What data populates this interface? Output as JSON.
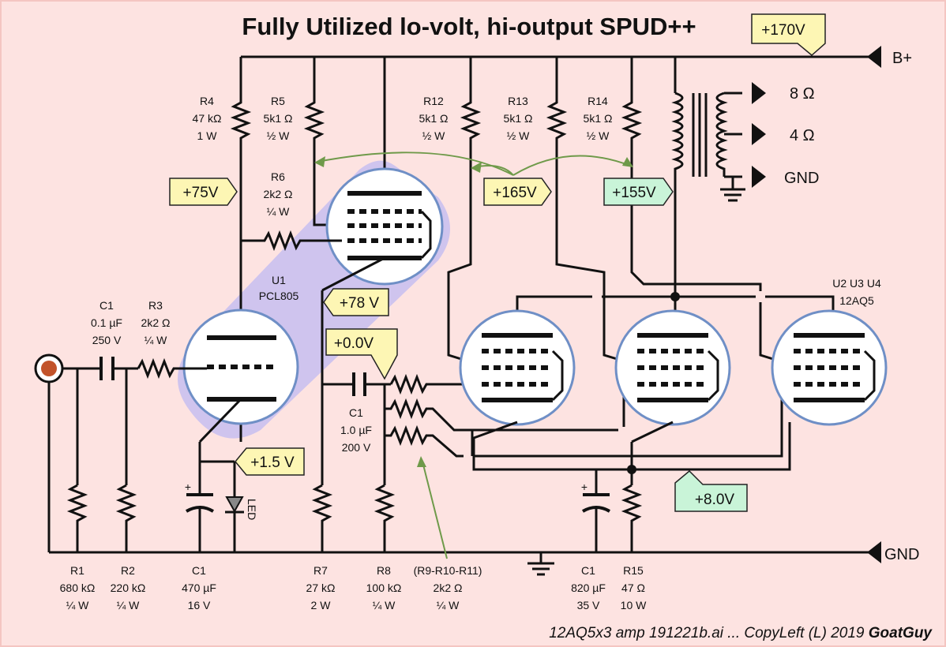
{
  "title": "Fully Utilized lo-volt, hi-output SPUD++",
  "footer": {
    "text": "12AQ5x3 amp 191221b.ai ... CopyLeft (L)  2019 ",
    "author": "GoatGuy"
  },
  "rails": {
    "bplus": "B+",
    "gnd": "GND"
  },
  "outputs": {
    "ohm8": "8 Ω",
    "ohm4": "4 Ω",
    "gnd": "GND"
  },
  "tubes": {
    "u1": {
      "name": "U1",
      "type": "PCL805"
    },
    "u234": {
      "name": "U2  U3  U4",
      "type": "12AQ5"
    }
  },
  "voltages": {
    "v170": "+170V",
    "v75": "+75V",
    "v165": "+165V",
    "v155": "+155V",
    "v78": "+78 V",
    "v00": "+0.0V",
    "v15": "+1.5 V",
    "v80": "+8.0V"
  },
  "led": "LED",
  "components": {
    "r4": [
      "R4",
      "47 kΩ",
      "1 W"
    ],
    "r5": [
      "R5",
      "5k1 Ω",
      "½ W"
    ],
    "r12": [
      "R12",
      "5k1 Ω",
      "½ W"
    ],
    "r13": [
      "R13",
      "5k1 Ω",
      "½ W"
    ],
    "r14": [
      "R14",
      "5k1 Ω",
      "½ W"
    ],
    "r6": [
      "R6",
      "2k2 Ω",
      "¼ W"
    ],
    "c1a": [
      "C1",
      "0.1 µF",
      "250 V"
    ],
    "r3": [
      "R3",
      "2k2 Ω",
      "¼ W"
    ],
    "c1b": [
      "C1",
      "1.0 µF",
      "200 V"
    ],
    "r1": [
      "R1",
      "680 kΩ",
      "¼ W"
    ],
    "r2": [
      "R2",
      "220 kΩ",
      "¼ W"
    ],
    "c1c": [
      "C1",
      "470 µF",
      "16 V"
    ],
    "r7": [
      "R7",
      "27 kΩ",
      "2 W"
    ],
    "r8": [
      "R8",
      "100 kΩ",
      "¼ W"
    ],
    "r9": [
      "(R9-R10-R11)",
      "2k2 Ω",
      "¼ W"
    ],
    "c1d": [
      "C1",
      "820 µF",
      "35 V"
    ],
    "r15": [
      "R15",
      "47 Ω",
      "10 W"
    ]
  }
}
